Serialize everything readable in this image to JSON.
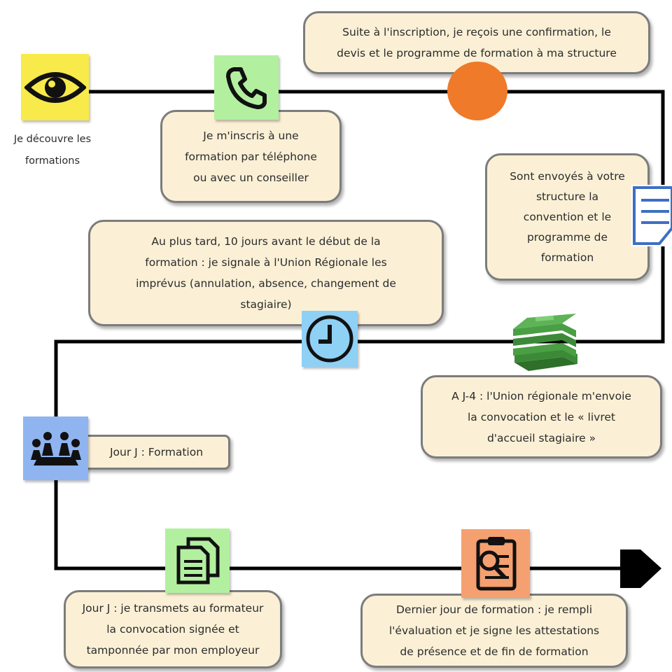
{
  "steps": {
    "decouvrir": {
      "label": "Je découvre les\nformations",
      "icon": "eye-icon",
      "color": "#f7ea4a"
    },
    "inscription": {
      "label": "Je m'inscris à une\nformation par téléphone\nou avec un conseiller",
      "icon": "phone-icon",
      "color": "#b2f0a0"
    },
    "confirmation": {
      "label": "Suite à l'inscription, je reçois une confirmation, le\ndevis et le programme de formation à ma structure",
      "icon": "orange-circle-icon",
      "color": "#ee7a2a"
    },
    "convention": {
      "label": "Sont envoyés à votre\nstructure la\nconvention et le\nprogramme de\nformation",
      "icon": "document-icon",
      "color": "#3f6fc4"
    },
    "imprevus": {
      "label": "Au plus tard, 10 jours avant le début de la\nformation : je signale à l'Union Régionale les\nimprévus (annulation, absence, changement de\nstagiaire)",
      "icon": "clock-icon",
      "color": "#8fd0f5"
    },
    "convocation": {
      "label": "A J-4 : l'Union régionale m'envoie\nla convocation et le « livret\nd'accueil stagiaire »",
      "icon": "books-icon",
      "color": "#3c8a37"
    },
    "jour_j": {
      "label": "Jour J : Formation",
      "icon": "meeting-icon",
      "color": "#8fb4f0"
    },
    "transmission": {
      "label": "Jour J : je transmets au formateur\nla convocation signée et\ntamponnée par mon employeur",
      "icon": "documents-icon",
      "color": "#b2f0a0"
    },
    "evaluation": {
      "label": "Dernier jour de formation : je rempli\nl'évaluation et je signe les attestations\nde présence et de fin de formation",
      "icon": "clipboard-icon",
      "color": "#f5a070"
    }
  },
  "colors": {
    "box_fill": "#fbf0d6",
    "box_border": "#7c7c7c",
    "line": "#000000"
  }
}
